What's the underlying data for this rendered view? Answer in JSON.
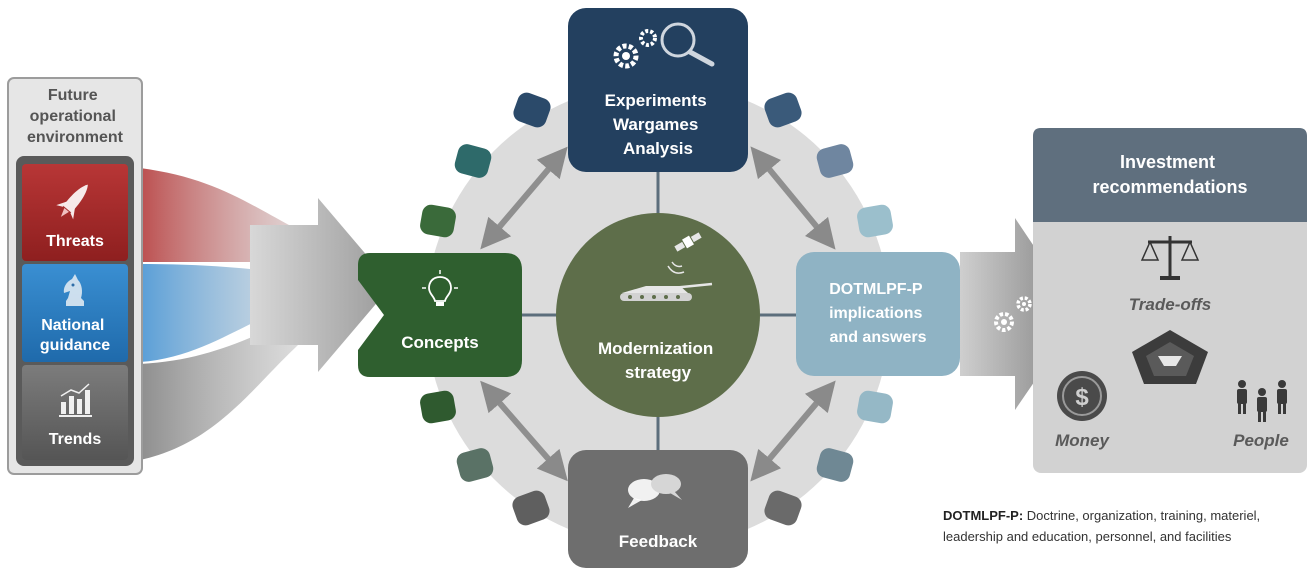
{
  "left_panel": {
    "header": [
      "Future",
      "operational",
      "environment"
    ],
    "items": [
      {
        "label": [
          "Threats"
        ],
        "icon": "rocket-icon"
      },
      {
        "label": [
          "National",
          "guidance"
        ],
        "icon": "chess-knight-icon"
      },
      {
        "label": [
          "Trends"
        ],
        "icon": "bar-chart-icon"
      }
    ]
  },
  "cycle": {
    "top": {
      "label": [
        "Experiments",
        "Wargames",
        "Analysis"
      ],
      "icon": "gears-magnifier-icon"
    },
    "left": {
      "label": [
        "Concepts"
      ],
      "icon": "lightbulb-icon"
    },
    "right": {
      "label": [
        "DOTMLPF-P",
        "implications",
        "and answers"
      ]
    },
    "bottom": {
      "label": [
        "Feedback"
      ],
      "icon": "speech-bubbles-icon"
    },
    "center": {
      "label": [
        "Modernization",
        "strategy"
      ],
      "icon": "tank-satellite-icon"
    }
  },
  "right_panel": {
    "header": [
      "Investment",
      "recommendations"
    ],
    "items": [
      {
        "label": "Trade-offs",
        "icon": "scales-icon"
      },
      {
        "label": "Money",
        "icon": "dollar-coin-icon"
      },
      {
        "label": "People",
        "icon": "people-icon"
      }
    ],
    "center_icon": "pentagon-icon"
  },
  "footnote": {
    "term": "DOTMLPF-P:",
    "definition": "Doctrine, organization, training, materiel, leadership and education, personnel, and facilities"
  },
  "colors": {
    "threats": "#a52a2a",
    "guidance": "#2e7fc0",
    "trends": "#6b6b6b",
    "experiments": "#23405f",
    "concepts": "#2f5f2f",
    "center": "#5e6e4a",
    "dotmlpf": "#8fb3c4",
    "feedback": "#6e6e6e",
    "investment_header": "#5f6f7e"
  }
}
